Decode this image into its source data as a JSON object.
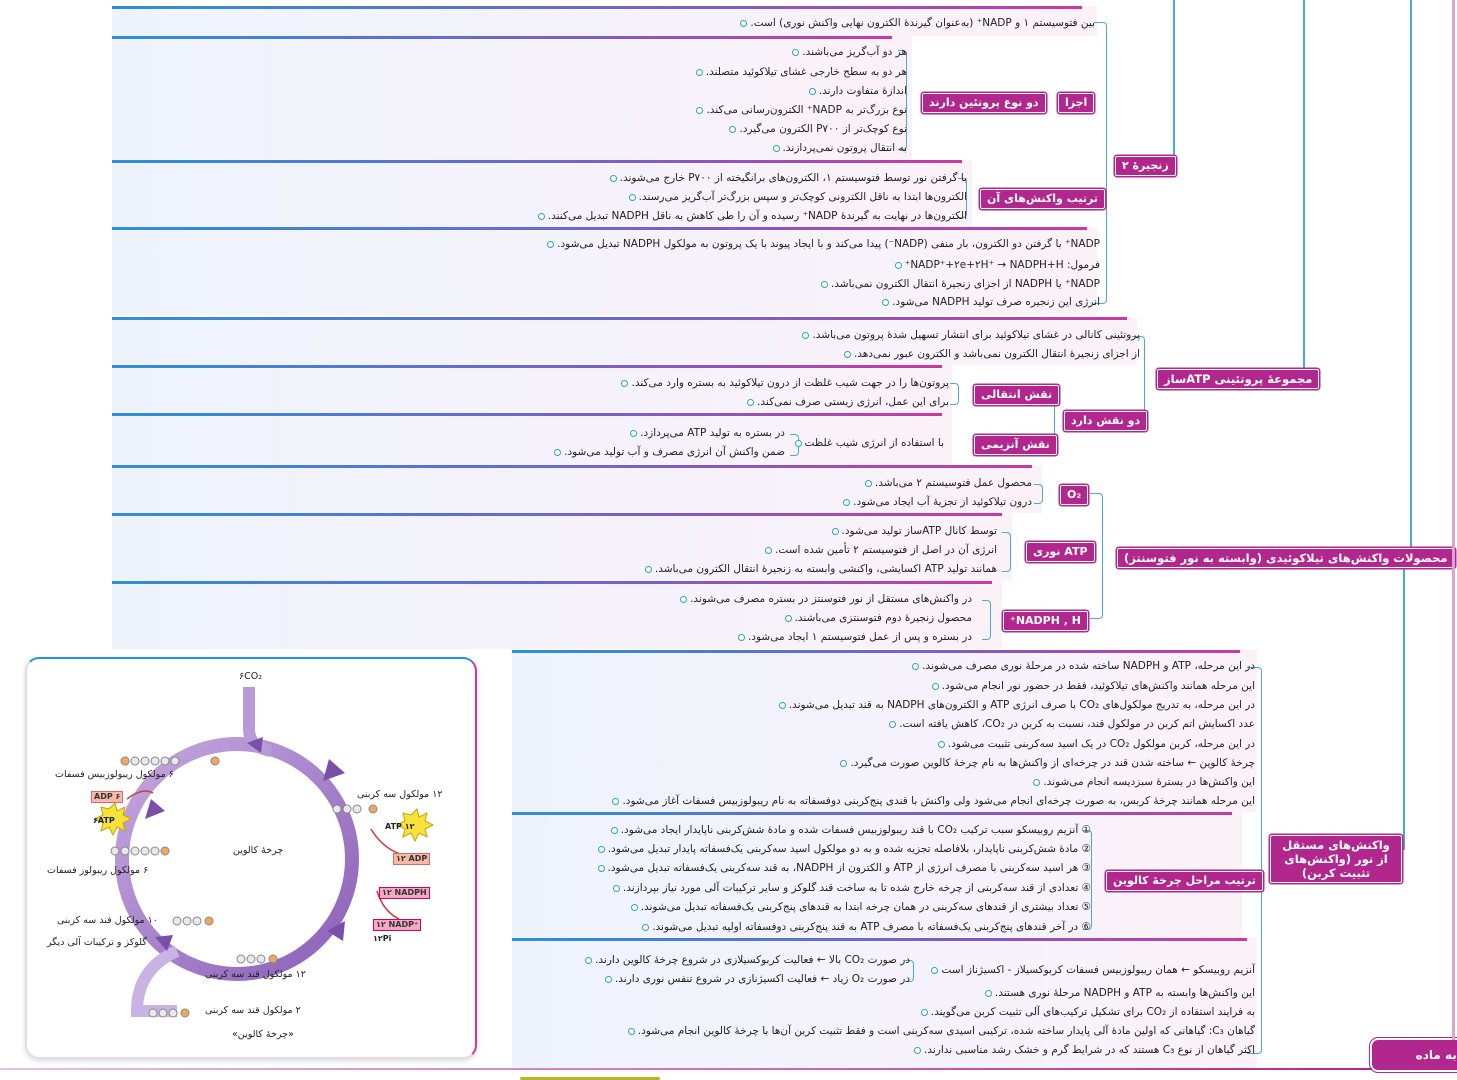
{
  "colors": {
    "accent": "#b2278d",
    "line": "#4aa9d6",
    "rule_start": "#2a92d6",
    "rule_end": "#c93aa1"
  },
  "chain": {
    "top_line": "بین فتوسیستم ۱ و NADP⁺ (به‌عنوان گیرندهٔ الکترون نهایی واکنش نوری) است.",
    "tag_chain2": "زنجیرهٔ ۲",
    "tag_parts": "اجزا",
    "tag_two_proteins": "دو نوع پروتئین دارند",
    "proteins": [
      "هر دو آب‌گریز می‌باشند.",
      "هر دو به سطح خارجی غشای تیلاکوئید متصلند.",
      "اندازهٔ متفاوت دارند.",
      "نوع بزرگ‌تر به NADP⁺ الکترون‌رسانی می‌کند.",
      "نوع کوچک‌تر از P۷۰۰ الکترون می‌گیرد.",
      "به انتقال پروتون نمی‌پردازند."
    ],
    "tag_order": "ترتیب واکنش‌های آن",
    "order": [
      "با گرفتن نور توسط فتوسیستم ۱، الکترون‌های برانگیخته از P۷۰۰ خارج می‌شوند.",
      "الکترون‌ها ابتدا به ناقل الکترونی کوچک‌تر و سپس بزرگ‌تر آب‌گریز می‌رسند.",
      "الکترون‌ها در نهایت به گیرندهٔ NADP⁺ رسیده و آن را طی کاهش به ناقل NADPH تبدیل می‌کنند."
    ],
    "nadp": [
      "NADP⁺ با گرفتن دو الکترون، بار منفی (NADP⁻) پیدا می‌کند و با ایجاد پیوند با یک پروتون به مولکول NADPH تبدیل می‌شود.",
      "فرمول: NADP⁺+۲e+۲H⁺ → NADPH+H⁺",
      "NADP⁺ یا NADPH از اجزای زنجیرهٔ انتقال الکترون نمی‌باشد.",
      "انرژی این زنجیره صرف تولید NADPH می‌شود."
    ]
  },
  "atp": {
    "tag": "مجموعهٔ پروتئینی ATPساز",
    "lines": [
      "پروتئینی کانالی در غشای تیلاکوئید برای انتشار تسهیل شدهٔ پروتون می‌باشد.",
      "از اجزای زنجیرهٔ انتقال الکترون نمی‌باشد و الکترون عبور نمی‌دهد."
    ],
    "tag_two_roles": "دو نقش دارد",
    "tag_transport": "نقش انتقالی",
    "transport": [
      "پروتون‌ها را در جهت شیب غلظت از درون تیلاکوئید به بستره وارد می‌کند.",
      "برای این عمل، انرژی زیستی صرف نمی‌کند."
    ],
    "tag_enzyme": "نقش آنزیمی",
    "enzyme_lead": "با استفاده از انرژی شیب غلظت",
    "enzyme": [
      "در بستره به تولید ATP می‌پردازد.",
      "ضمن واکنش آن انرژی مصرف و آب تولید می‌شود."
    ]
  },
  "products": {
    "tag": "محصولات واکنش‌های تیلاکوئیدی (وابسته به نور فتوسنتز)",
    "tag_o2": "O₂",
    "o2": [
      "محصول عمل فتوسیستم ۲ می‌باشد.",
      "درون تیلاکوئید از تجزیهٔ آب ایجاد می‌شود."
    ],
    "tag_atp": "ATP نوری",
    "atp": [
      "توسط کانال ATPساز تولید می‌شود.",
      "انرژی آن در اصل از فتوسیستم ۲ تأمین شده است.",
      "همانند تولید ATP اکسایشی، واکنشی وابسته به زنجیرهٔ انتقال الکترون می‌باشد."
    ],
    "tag_nadph": "NADPH , H⁺",
    "nadph": [
      "در واکنش‌های مستقل از نور فتوسنتز در بستره مصرف می‌شوند.",
      "محصول زنجیرهٔ دوم فتوسنتزی می‌باشند.",
      "در بستره و پس از عمل فتوسیستم ۱ ایجاد می‌شود."
    ]
  },
  "independent": {
    "tag": "واکنش‌های مستقل از نور (واکنش‌های تثبیت کربن)",
    "lines": [
      "در این مرحله، ATP و NADPH ساخته شده در مرحلهٔ نوری مصرف می‌شوند.",
      "این مرحله همانند واکنش‌های تیلاکوئید، فقط در حضور نور انجام می‌شود.",
      "در این مرحله، به تدریج مولکول‌های CO₂ با صرف انرژی ATP و الکترون‌های NADPH به قند تبدیل می‌شوند.",
      "عدد اکسایش اتم کربن در مولکول قند، نسبت به کربن در CO₂، کاهش یافته است.",
      "در این مرحله، کربن مولکول CO₂ در یک اسید سه‌کربنی تثبیت می‌شود.",
      "چرخهٔ کالوین ← ساخته شدن قند در چرخه‌ای از واکنش‌ها به نام چرخهٔ کالوین صورت می‌گیرد.",
      "این واکنش‌ها در بسترهٔ سبزدیسه انجام می‌شوند.",
      "این مرحله همانند چرخهٔ کربس، به صورت چرخه‌ای انجام می‌شود ولی واکنش با قندی پنج‌کربنی دوفسفاته به نام ریبولوزبیس فسفات آغاز می‌شود."
    ],
    "tag_steps": "ترتیب مراحل چرخهٔ کالوین",
    "steps": [
      "① آنزیم روبیسکو سبب ترکیب CO₂ با قند ریبولوزبیس فسفات شده و مادهٔ شش‌کربنی ناپایدار ایجاد می‌شود.",
      "② مادهٔ شش‌کربنی ناپایدار، بلافاصله تجزیه شده و به دو مولکول اسید سه‌کربنی یک‌فسفاته پایدار تبدیل می‌شود.",
      "③ هر اسید سه‌کربنی با مصرف انرژی از ATP و الکترون از NADPH، به قند سه‌کربنی یک‌فسفاته تبدیل می‌شود.",
      "④ تعدادی از قند سه‌کربنی از چرخه خارج شده تا به ساخت قند گلوکز و سایر ترکیبات آلی مورد نیاز بپردازند.",
      "⑤ تعداد بیشتری از قندهای سه‌کربنی در همان چرخه ابتدا به قندهای پنج‌کربنی یک‌فسفاته تبدیل می‌شوند.",
      "⑥ در آخر قندهای پنج‌کربنی یک‌فسفاته با مصرف ATP به قند پنج‌کربنی دوفسفاته اولیه تبدیل می‌شوند."
    ],
    "rubisco_lead": "آنزیم روبیسکو ← همان ریبولوزبیس فسفات کربوکسیلاز - اکسیژناز است",
    "rubisco": [
      "در صورت CO₂ بالا ← فعالیت کربوکسیلازی در شروع چرخهٔ کالوین دارند.",
      "در صورت O₂ زیاد ← فعالیت اکسیژنازی در شروع تنفس نوری دارند."
    ],
    "tail": [
      "این واکنش‌ها وابسته به ATP و NADPH مرحلهٔ نوری هستند.",
      "به فرایند استفاده از CO₂ برای تشکیل ترکیب‌های آلی تثبیت کربن می‌گویند.",
      "گیاهان C₃: گیاهانی که اولین مادهٔ آلی پایدار ساخته شده، ترکیبی اسیدی سه‌کربنی است و فقط تثبیت کربن آن‌ها با چرخهٔ کالوین انجام می‌شود.",
      "اکثر گیاهان از نوع C₃ هستند که در شرایط گرم و خشک رشد مناسبی ندارند."
    ]
  },
  "calvin_fig": {
    "co2": "۶CO₂",
    "center": "چرخهٔ کالوین",
    "caption": "«چرخهٔ کالوین»",
    "labels": {
      "rubp": "۶ مولکول ریبولوزبیس فسفات",
      "pga": "۱۲ مولکول سه کربنی",
      "r5p": "۶ مولکول ریبولوز فسفات",
      "g3p10": "۱۰ مولکول قند سه کربنی",
      "g3p12": "۱۲ مولکول قند سه کربنی",
      "g3p2": "۲ مولکول قند سه کربنی",
      "glucose": "گلوکز و ترکیبات آلی دیگر"
    },
    "chips": {
      "adp6": "ADP ۶",
      "atp6": "۶ATP",
      "atp12": "۱۲ ATP",
      "adp12": "۱۲ ADP",
      "nadph12": "۱۲ NADPH",
      "nadp12": "۱۲ NADP⁺",
      "p12": "۱۲Pi"
    }
  },
  "corner": {
    "label": "ی به ماده"
  }
}
